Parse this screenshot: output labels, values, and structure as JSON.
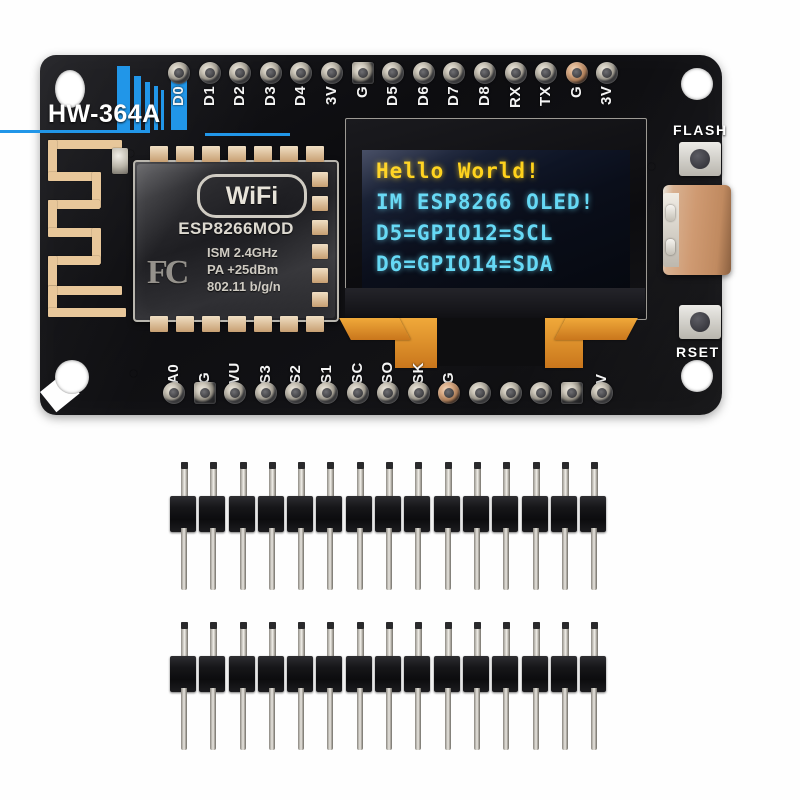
{
  "product": {
    "board_name": "HW-364A",
    "module_text": {
      "logo": "WiFi",
      "model": "ESP8266MOD",
      "spec_line1": "ISM  2.4GHz",
      "spec_line2": "PA  +25dBm",
      "spec_line3": "802.11 b/g/n",
      "cert_logo": "FC"
    }
  },
  "oled_display": {
    "line1": "Hello World!",
    "line2": "IM ESP8266 OLED!",
    "line3": "D5=GPIO12=SCL",
    "line4": "D6=GPIO14=SDA",
    "line1_color": "#ffd21a",
    "body_color": "#66d9f5"
  },
  "pins": {
    "top_row": [
      "D0",
      "D1",
      "D2",
      "D3",
      "D4",
      "3V",
      "G",
      "D5",
      "D6",
      "D7",
      "D8",
      "RX",
      "TX",
      "G",
      "3V"
    ],
    "bottom_row": [
      "A0",
      "G",
      "VU",
      "S3",
      "S2",
      "S1",
      "SC",
      "SO",
      "SK",
      "G",
      "",
      "",
      "",
      "",
      "V"
    ]
  },
  "buttons": {
    "flash": "FLASH",
    "reset": "RSET"
  },
  "headers": {
    "strip1_count": 15,
    "strip2_count": 15
  },
  "colors": {
    "pcb": "#121215",
    "watermark": "#2196e8",
    "gold_trace": "#e8c79a",
    "copper": "#cf9a72",
    "flex_cable": "#e09a30"
  }
}
